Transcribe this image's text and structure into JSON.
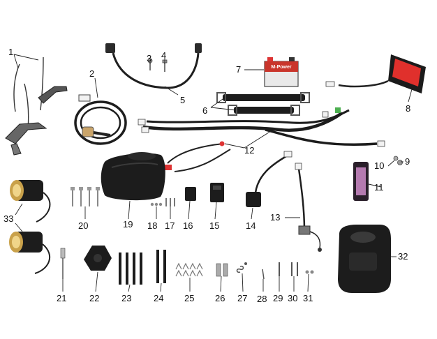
{
  "part_numbers": [
    "1",
    "2",
    "3",
    "4",
    "5",
    "6",
    "7",
    "8",
    "9",
    "10",
    "11",
    "12",
    "13",
    "14",
    "15",
    "16",
    "17",
    "18",
    "19",
    "20",
    "21",
    "22",
    "23",
    "24",
    "25",
    "26",
    "27",
    "28",
    "29",
    "30",
    "31",
    "32",
    "33"
  ],
  "battery_brand": "M-Power",
  "colors": {
    "background": "#ffffff",
    "parts_dark": "#1c1c1c",
    "harness": "#222222",
    "tail_light_red": "#e0302c",
    "connector_white": "#f2f2f2",
    "wire_red": "#d33",
    "battery_body": "#e9e9e9",
    "label_text": "#111111"
  },
  "icons": [
    "wiring-harness-icon",
    "battery-icon",
    "tail-light-icon",
    "relay-icon",
    "headlight-icon",
    "fuel-tank-cap-icon",
    "cdi-unit-icon",
    "cover-icon"
  ]
}
